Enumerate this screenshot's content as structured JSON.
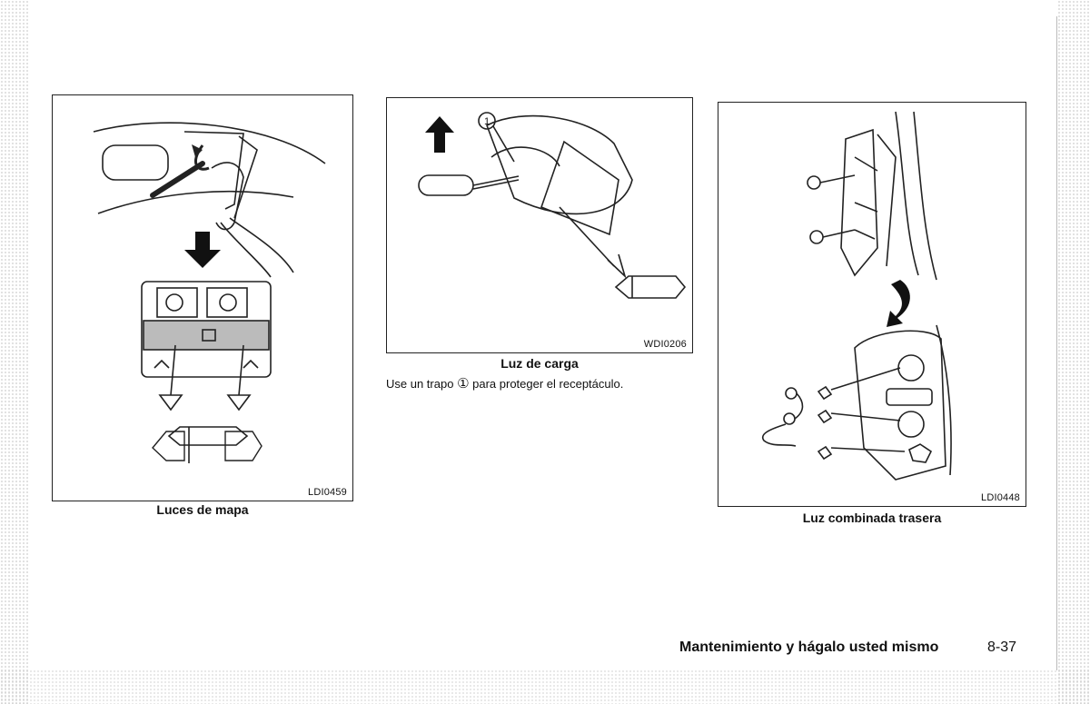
{
  "figures": [
    {
      "code": "LDI0459",
      "caption": "Luces de mapa"
    },
    {
      "code": "WDI0206",
      "caption": "Luz de carga",
      "callout": "1"
    },
    {
      "code": "LDI0448",
      "caption": "Luz combinada trasera"
    }
  ],
  "note": {
    "before": "Use un trapo",
    "symbol": "①",
    "after": "para proteger el receptáculo."
  },
  "footer": {
    "section_title": "Mantenimiento y hágalo usted mismo",
    "page_number": "8-37"
  }
}
